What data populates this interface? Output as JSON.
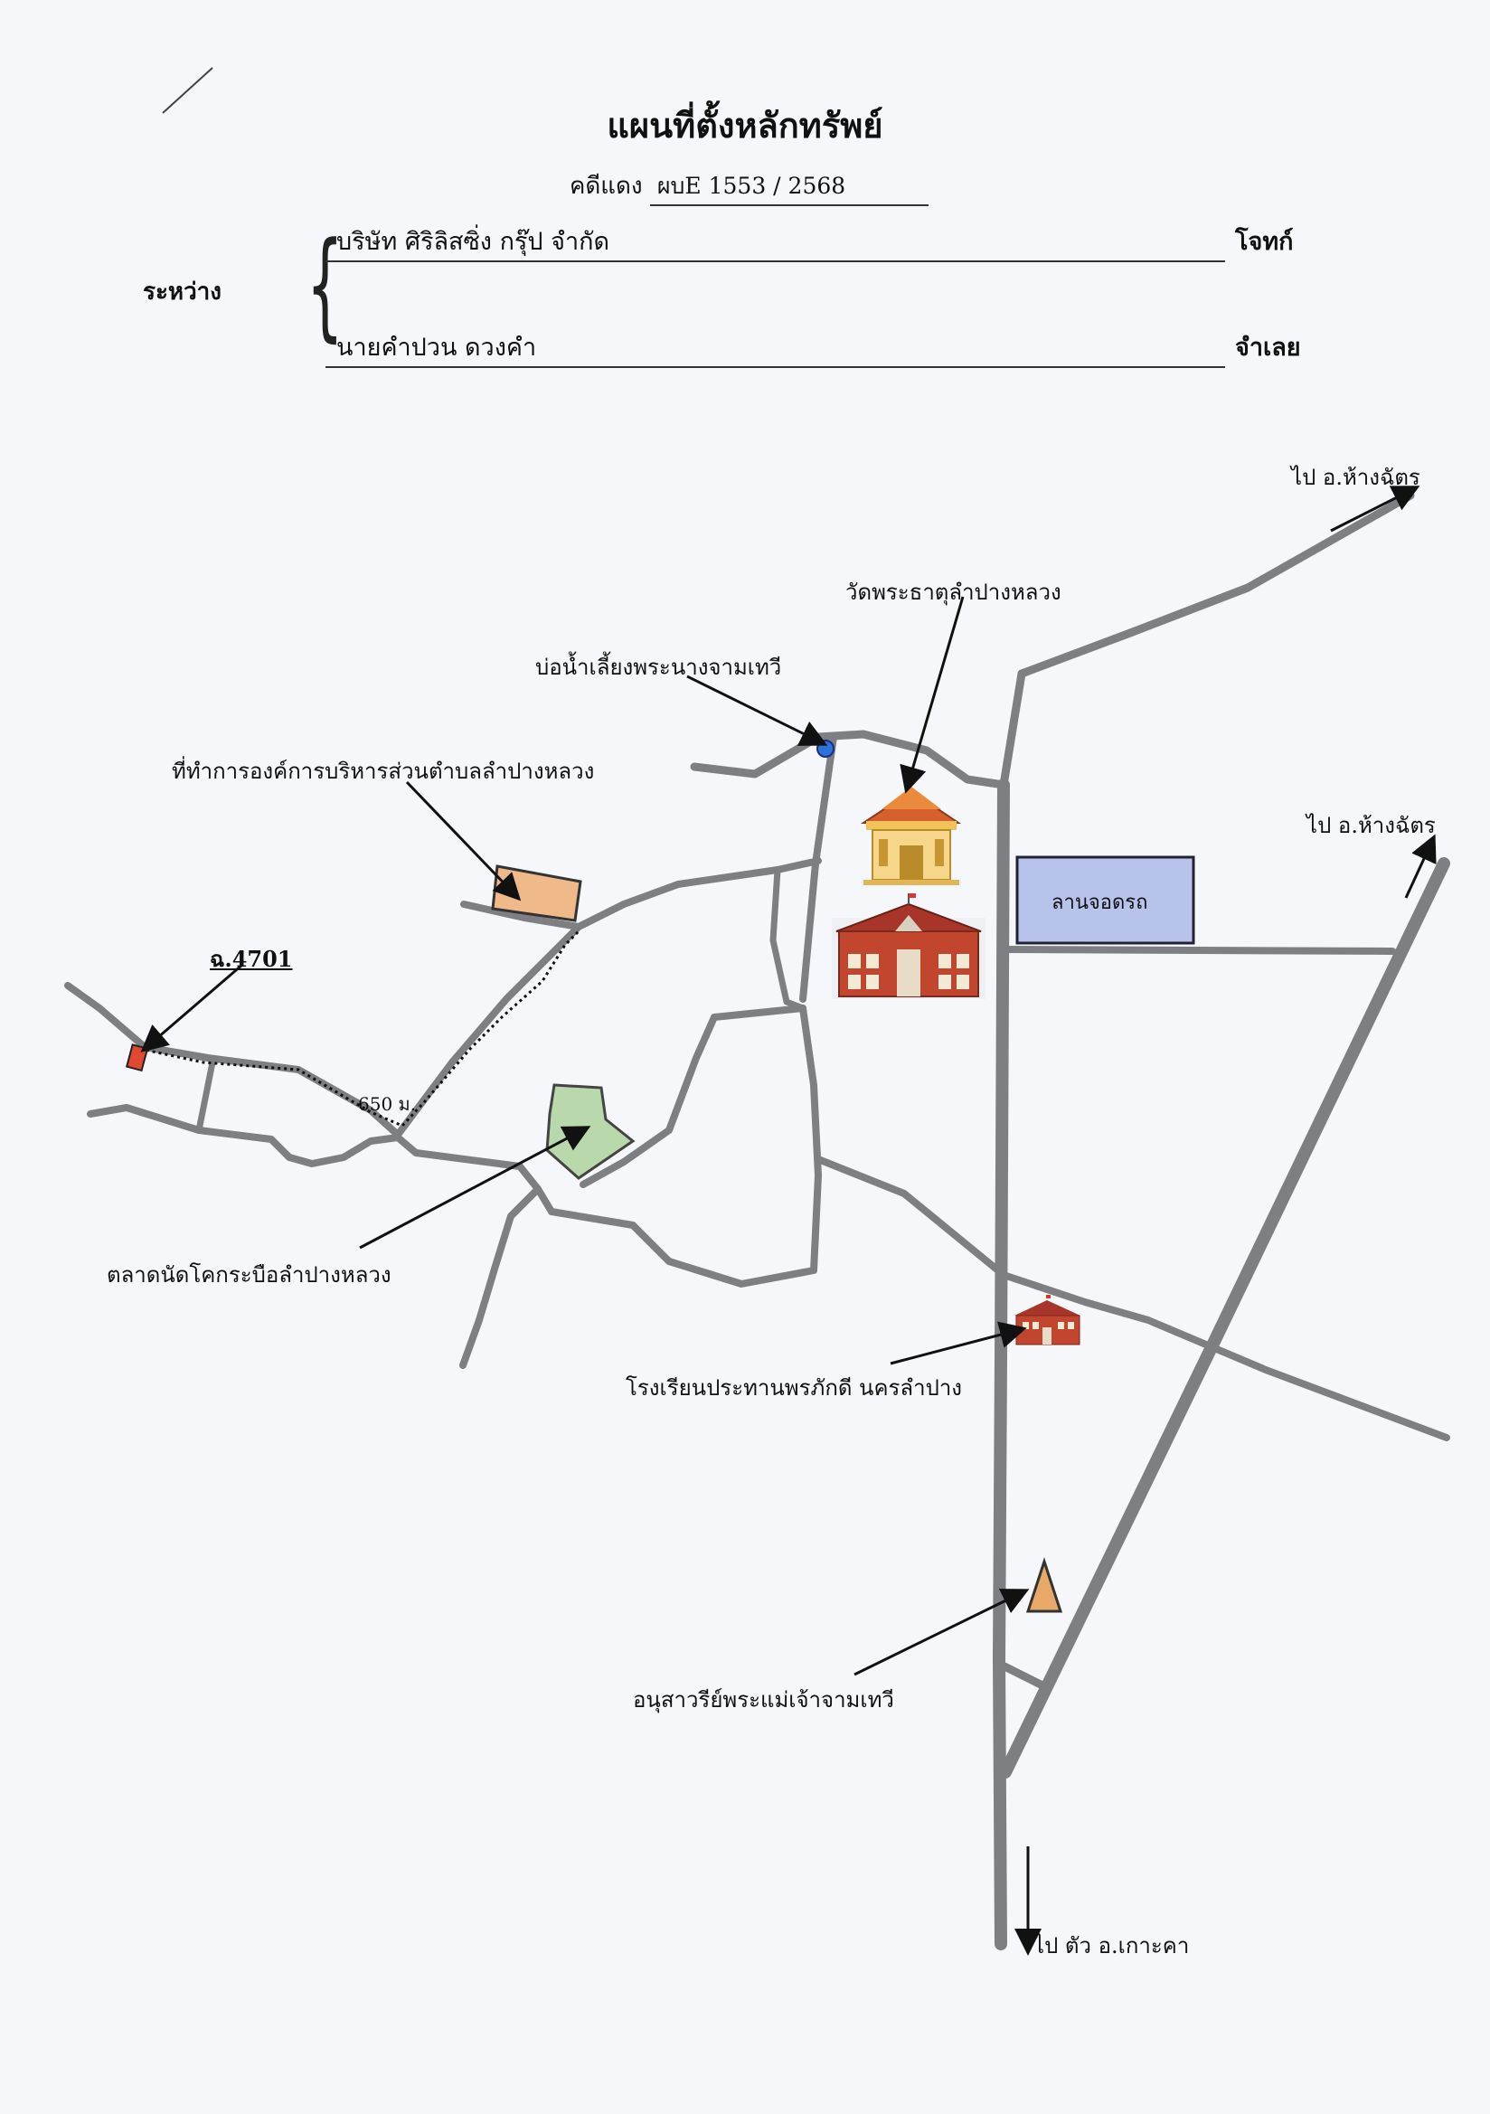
{
  "document": {
    "title": "แผนที่ตั้งหลักทรัพย์",
    "case_label": "คดีแดง",
    "case_number": "ผบE 1553 / 2568",
    "between_label": "ระหว่าง",
    "plaintiff_name": "บริษัท ศิริลิสซิ่ง กรุ๊ป จำกัด",
    "plaintiff_role": "โจทก์",
    "defendant_name": "นายคำปวน  ดวงคำ",
    "defendant_role": "จำเลย"
  },
  "map": {
    "directions": {
      "north_upper": "ไป อ.ห้างฉัตร",
      "north_lower": "ไป อ.ห้างฉัตร",
      "south": "ไป ตัว อ.เกาะคา"
    },
    "landmarks": {
      "temple": "วัดพระธาตุลำปางหลวง",
      "well": "บ่อน้ำเลี้ยงพระนางจามเทวี",
      "sao_office": "ที่ทำการองค์การบริหารส่วนตำบลลำปางหลวง",
      "parking": "ลานจอดรถ",
      "parcel": "ฉ.4701",
      "distance": "650 ม.",
      "market": "ตลาดนัดโคกระบือลำปางหลวง",
      "school": "โรงเรียนประทานพรภักดี นครลำปาง",
      "monument": "อนุสาวรีย์พระแม่เจ้าจามเทวี"
    },
    "colors": {
      "road": "#7d7f82",
      "parking_fill": "#b8c3ec",
      "sao_fill": "#f0b98a",
      "market_fill": "#b9d9ad",
      "parcel_fill": "#e0482f",
      "well_fill": "#2d72d9",
      "monument_fill": "#e8a867",
      "school_brick": "#c2452d"
    },
    "icons": [
      "temple-icon",
      "school-building-icon",
      "small-school-icon",
      "well-dot-icon",
      "monument-triangle-icon"
    ]
  }
}
